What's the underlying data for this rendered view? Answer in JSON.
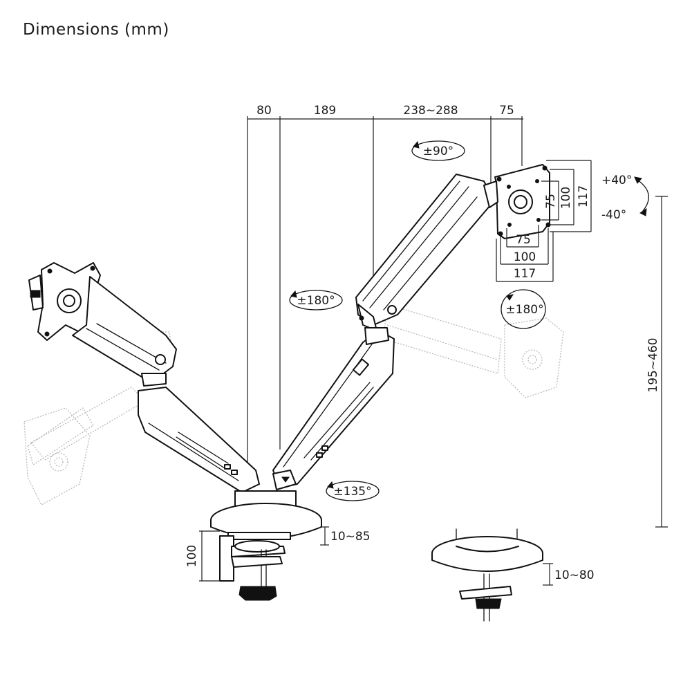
{
  "title": "Dimensions (mm)",
  "dimensions": {
    "top": [
      "80",
      "189",
      "238~288",
      "75"
    ],
    "vesa_vertical": [
      "75",
      "100",
      "117"
    ],
    "vesa_horizontal": [
      "75",
      "100",
      "117"
    ],
    "height_range": "195~460",
    "clamp_height": "100",
    "clamp_thickness": "10~85",
    "grommet_thickness": "10~80"
  },
  "rotations": {
    "swivel_head": "±90°",
    "tilt_up": "+40°",
    "tilt_down": "-40°",
    "rotate_vesa": "±180°",
    "rotate_elbow": "±180°",
    "rotate_base": "±135°"
  },
  "icons": {
    "swivel": "rotation-arrow-icon",
    "tilt": "tilt-arrow-icon"
  }
}
